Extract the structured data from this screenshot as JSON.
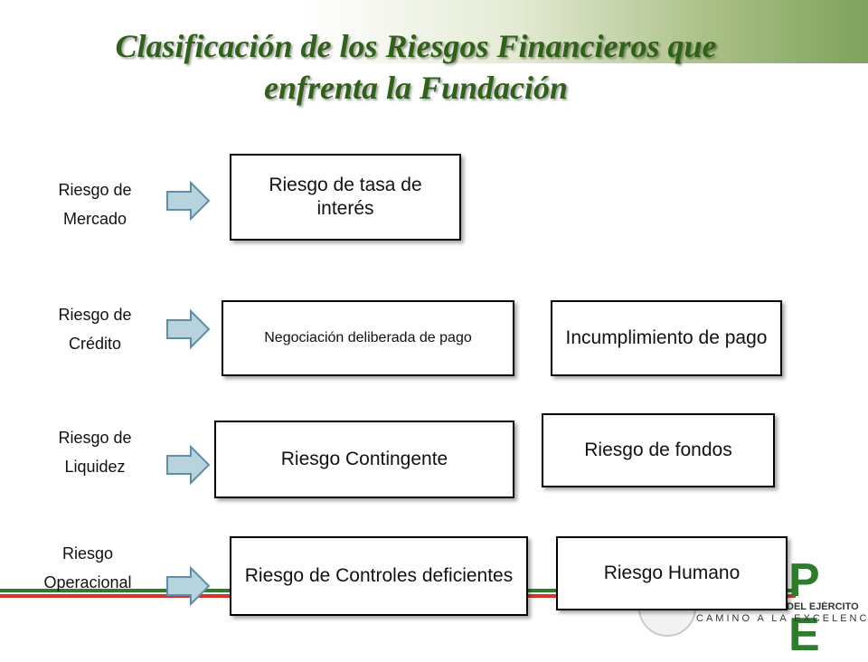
{
  "slide": {
    "title_line1": "Clasificación de los Riesgos Financieros que",
    "title_line2": "enfrenta la Fundación"
  },
  "rows": [
    {
      "label_line1": "Riesgo de",
      "label_line2": "Mercado",
      "boxes": [
        "Riesgo de tasa de interés"
      ]
    },
    {
      "label_line1": "Riesgo de",
      "label_line2": "Crédito",
      "boxes": [
        "Negociación deliberada de pago",
        "Incumplimiento de pago"
      ]
    },
    {
      "label_line1": "Riesgo de",
      "label_line2": "Liquidez",
      "boxes": [
        "Riesgo Contingente",
        "Riesgo de fondos"
      ]
    },
    {
      "label_line1": "Riesgo",
      "label_line2": "Operacional",
      "boxes": [
        "Riesgo de Controles deficientes",
        "Riesgo Humano"
      ]
    }
  ],
  "logo": {
    "letters": "P E",
    "line1": "DEL EJÉRCITO",
    "line2": "CAMINO A LA EXCELENCIA"
  },
  "colors": {
    "title": "#2f6218",
    "arrow_fill": "#b7d3de",
    "arrow_stroke": "#5f8fa8",
    "stripe_green": "#2e7d2a",
    "stripe_red": "#d8332a"
  },
  "icons": [
    "right-arrow-icon"
  ]
}
